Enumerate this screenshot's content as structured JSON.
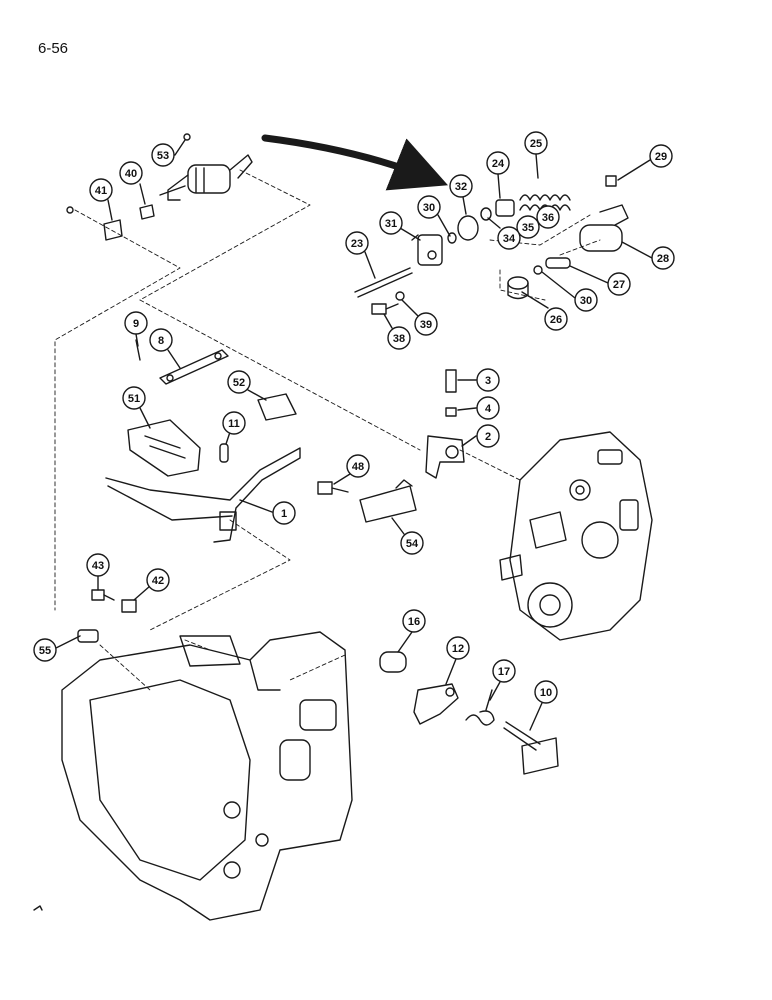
{
  "page_number": "6-56",
  "colors": {
    "ink": "#1a1a1a",
    "paper": "#ffffff",
    "shade": "#4a4a4a"
  },
  "callouts": {
    "c53": "53",
    "c40": "40",
    "c41": "41",
    "c32": "32",
    "c24": "24",
    "c25": "25",
    "c29": "29",
    "c30a": "30",
    "c31": "31",
    "c36": "36",
    "c35": "35",
    "c34": "34",
    "c23": "23",
    "c28": "28",
    "c27": "27",
    "c30b": "30",
    "c26": "26",
    "c39": "39",
    "c38": "38",
    "c9": "9",
    "c8": "8",
    "c3": "3",
    "c52": "52",
    "c4": "4",
    "c51": "51",
    "c11": "11",
    "c2": "2",
    "c48": "48",
    "c1": "1",
    "c54": "54",
    "c43": "43",
    "c42": "42",
    "c16": "16",
    "c12": "12",
    "c17": "17",
    "c55": "55",
    "c10": "10"
  }
}
